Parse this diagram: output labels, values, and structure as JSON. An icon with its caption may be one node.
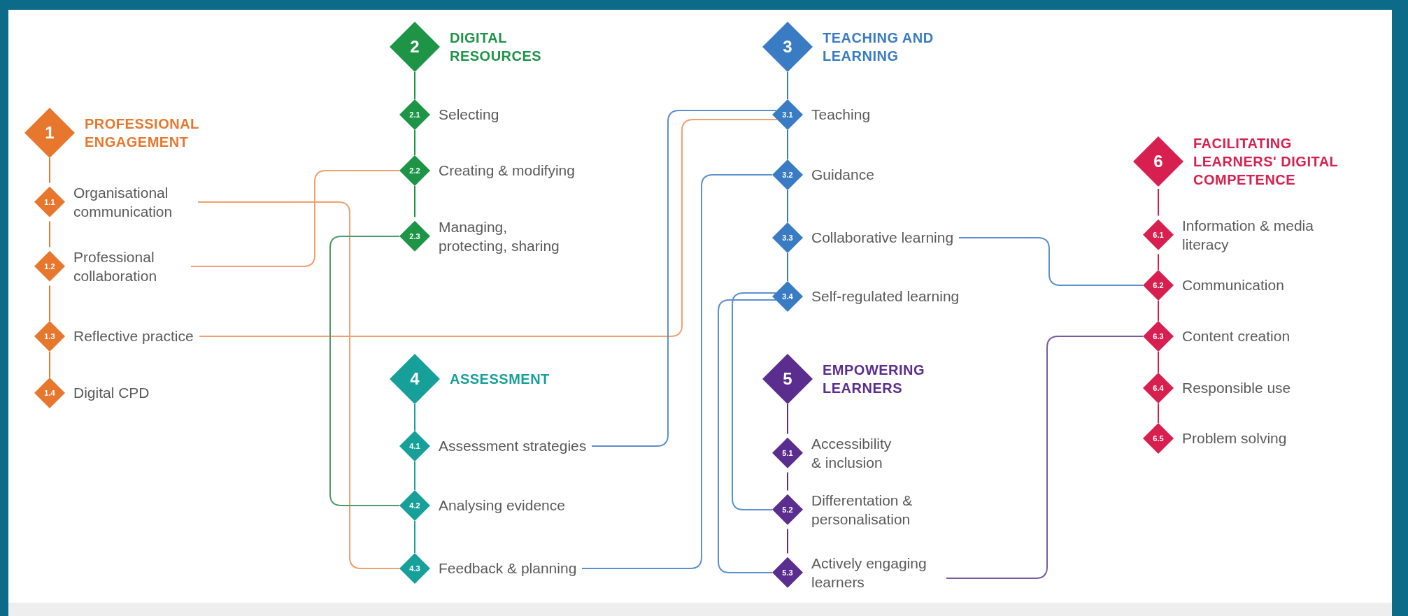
{
  "diagram": {
    "nodes": [
      {
        "text": [
          "1",
          "PROFESSIONAL ENGAGEMENT"
        ]
      },
      {
        "text": [
          "1.1",
          "Organisational communication"
        ]
      },
      {
        "text": [
          "1.2",
          "Professional collaboration"
        ]
      },
      {
        "text": [
          "1.3",
          "Reflective practice"
        ]
      },
      {
        "text": [
          "1.4",
          "Digital CPD"
        ]
      },
      {
        "text": [
          "2",
          "DIGITAL RESOURCES"
        ]
      },
      {
        "text": [
          "2.1",
          "Selecting"
        ]
      },
      {
        "text": [
          "2.2",
          "Creating & modifying"
        ]
      },
      {
        "text": [
          "2.3",
          "Managing, protecting, sharing"
        ]
      },
      {
        "text": [
          "3",
          "TEACHING AND LEARNING"
        ]
      },
      {
        "text": [
          "3.1",
          "Teaching"
        ]
      },
      {
        "text": [
          "3.2",
          "Guidance"
        ]
      },
      {
        "text": [
          "3.3",
          "Collaborative learning"
        ]
      },
      {
        "text": [
          "3.4",
          "Self-regulated learning"
        ]
      },
      {
        "text": [
          "4",
          "ASSESSMENT"
        ]
      },
      {
        "text": [
          "4.1",
          "Assessment strategies"
        ]
      },
      {
        "text": [
          "4.2",
          "Analysing evidence"
        ]
      },
      {
        "text": [
          "4.3",
          "Feedback & planning"
        ]
      },
      {
        "text": [
          "5",
          "EMPOWERING LEARNERS"
        ]
      },
      {
        "text": [
          "5.1",
          "Accessibility & inclusion"
        ]
      },
      {
        "text": [
          "5.2",
          "Differentation & personalisation"
        ]
      },
      {
        "text": [
          "5.3",
          "Actively engaging learners"
        ]
      },
      {
        "text": [
          "6",
          "FACILITATING LEARNERS' DIGITAL COMPETENCE"
        ]
      },
      {
        "text": [
          "6.1",
          "Information & media literacy"
        ]
      },
      {
        "text": [
          "6.2",
          "Communication"
        ]
      },
      {
        "text": [
          "6.3",
          "Content creation"
        ]
      },
      {
        "text": [
          "6.4",
          "Responsible use"
        ]
      },
      {
        "text": [
          "6.5",
          "Problem solving"
        ]
      }
    ],
    "edges": [
      {
        "from": 0,
        "to": 1,
        "arrow": "none",
        "color": "#e8772e"
      },
      {
        "from": 1,
        "to": 2,
        "arrow": "none",
        "color": "#e8772e"
      },
      {
        "from": 2,
        "to": 3,
        "arrow": "none",
        "color": "#e8772e"
      },
      {
        "from": 3,
        "to": 4,
        "arrow": "none",
        "color": "#e8772e"
      },
      {
        "from": 5,
        "to": 6,
        "arrow": "none",
        "color": "#1e9447"
      },
      {
        "from": 6,
        "to": 7,
        "arrow": "none",
        "color": "#1e9447"
      },
      {
        "from": 7,
        "to": 8,
        "arrow": "none",
        "color": "#1e9447"
      },
      {
        "from": 9,
        "to": 10,
        "arrow": "none",
        "color": "#3a7cc4"
      },
      {
        "from": 10,
        "to": 11,
        "arrow": "none",
        "color": "#3a7cc4"
      },
      {
        "from": 11,
        "to": 12,
        "arrow": "none",
        "color": "#3a7cc4"
      },
      {
        "from": 12,
        "to": 13,
        "arrow": "none",
        "color": "#3a7cc4"
      },
      {
        "from": 14,
        "to": 15,
        "arrow": "none",
        "color": "#17a09a"
      },
      {
        "from": 15,
        "to": 16,
        "arrow": "none",
        "color": "#17a09a"
      },
      {
        "from": 16,
        "to": 17,
        "arrow": "none",
        "color": "#17a09a"
      },
      {
        "from": 18,
        "to": 19,
        "arrow": "none",
        "color": "#5b2d8e"
      },
      {
        "from": 19,
        "to": 20,
        "arrow": "none",
        "color": "#5b2d8e"
      },
      {
        "from": 20,
        "to": 21,
        "arrow": "none",
        "color": "#5b2d8e"
      },
      {
        "from": 22,
        "to": 23,
        "arrow": "none",
        "color": "#d7204f"
      },
      {
        "from": 23,
        "to": 24,
        "arrow": "none",
        "color": "#d7204f"
      },
      {
        "from": 24,
        "to": 25,
        "arrow": "none",
        "color": "#d7204f"
      },
      {
        "from": 25,
        "to": 26,
        "arrow": "none",
        "color": "#d7204f"
      },
      {
        "from": 26,
        "to": 27,
        "arrow": "none",
        "color": "#d7204f"
      },
      {
        "from": 1,
        "to": 17,
        "arrow": "none",
        "color": "#f0a070"
      },
      {
        "from": 2,
        "to": 7,
        "arrow": "none",
        "color": "#f0a070"
      },
      {
        "from": 3,
        "to": 10,
        "arrow": "none",
        "color": "#f0a070"
      },
      {
        "from": 8,
        "to": 16,
        "arrow": "none",
        "color": "#4f9a6a"
      },
      {
        "from": 15,
        "to": 10,
        "arrow": "none",
        "color": "#5b8fcf"
      },
      {
        "from": 17,
        "to": 11,
        "arrow": "none",
        "color": "#5b8fcf"
      },
      {
        "from": 13,
        "to": 20,
        "arrow": "none",
        "color": "#5b8fcf"
      },
      {
        "from": 13,
        "to": 21,
        "arrow": "none",
        "color": "#5b8fcf"
      },
      {
        "from": 12,
        "to": 24,
        "arrow": "none",
        "color": "#5b8fcf"
      },
      {
        "from": 21,
        "to": 25,
        "arrow": "none",
        "color": "#7a5aa0"
      }
    ]
  }
}
